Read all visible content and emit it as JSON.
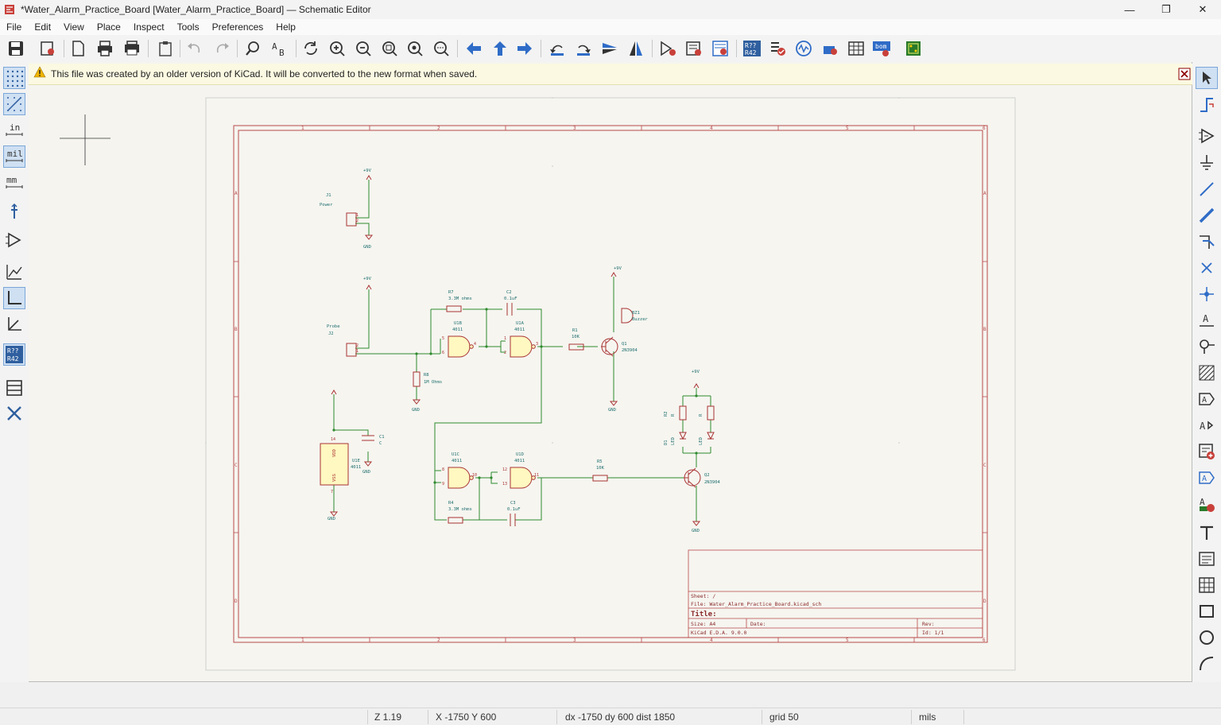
{
  "window": {
    "title": "*Water_Alarm_Practice_Board [Water_Alarm_Practice_Board] — Schematic Editor",
    "minimize": "—",
    "restore": "❐",
    "close": "✕"
  },
  "menu": {
    "items": [
      "File",
      "Edit",
      "View",
      "Place",
      "Inspect",
      "Tools",
      "Preferences",
      "Help"
    ]
  },
  "infobar": {
    "message": "This file was created by an older version of KiCad. It will be converted to the new format when saved."
  },
  "status": {
    "zoom": "Z 1.19",
    "xy": "X -1750  Y 600",
    "delta": "dx -1750  dy 600  dist 1850",
    "grid": "grid 50",
    "units": "mils"
  },
  "left_toolbar": {
    "in_label": "in",
    "mil_label": "mil",
    "mm_label": "mm",
    "ref_label_1": "R??",
    "ref_label_2": "R42"
  },
  "schematic": {
    "border_cols": [
      "1",
      "2",
      "3",
      "4",
      "5",
      "6"
    ],
    "border_rows": [
      "A",
      "B",
      "C",
      "D"
    ],
    "labels": {
      "j1_ref": "J1",
      "j1_val": "Power",
      "pwr_9v": "+9V",
      "gnd": "GND",
      "probe": "Probe",
      "j2": "J2",
      "r7_ref": "R7",
      "r7_val": "3.3M ohms",
      "c2_ref": "C2",
      "c2_val": "0.1uF",
      "u1b_ref": "U1B",
      "u1b_val": "4011",
      "u1a_ref": "U1A",
      "u1a_val": "4011",
      "r1_ref": "R1",
      "r1_val": "10K",
      "bz1_ref": "BZ1",
      "bz1_val": "Buzzer",
      "q1_ref": "Q1",
      "q1_val": "2N3904",
      "r8_ref": "R8",
      "r8_val": "1M Ohms",
      "c1_ref": "C1",
      "c1_val": "C",
      "u1e_ref": "U1E",
      "u1e_val": "4011",
      "vdd": "VDD",
      "vss": "VSS",
      "u1c_ref": "U1C",
      "u1c_val": "4011",
      "u1d_ref": "U1D",
      "u1d_val": "4011",
      "r5_ref": "R5",
      "r5_val": "10K",
      "r4_ref": "R4",
      "r4_val": "3.3M ohms",
      "c3_ref": "C3",
      "c3_val": "0.1uF",
      "q2_ref": "Q2",
      "q2_val": "2N3904",
      "r2_ref": "R2",
      "r3_val": "R",
      "d1_ref": "D1",
      "led": "LED",
      "pin_1": "1",
      "pin_2": "2",
      "pin_3": "3",
      "pin_4": "4",
      "pin_5": "5",
      "pin_6": "6",
      "pin_7": "7",
      "pin_8": "8",
      "pin_9": "9",
      "pin_10": "10",
      "pin_11": "11",
      "pin_12": "12",
      "pin_13": "13",
      "pin_14": "14"
    },
    "title_block": {
      "sheet": "Sheet: /",
      "file": "File: Water_Alarm_Practice_Board.kicad_sch",
      "title": "Title:",
      "size": "Size: A4",
      "date": "Date:",
      "rev": "Rev:",
      "kicad": "KiCad E.D.A. 9.0.0",
      "id": "Id: 1/1"
    }
  },
  "colors": {
    "border": "#b84a4a",
    "wire": "#2e8a2e",
    "symbol": "#a83232",
    "symbol_fill": "#fff8c0",
    "label": "#1f6f6f",
    "page_bg": "#f5f4ef",
    "accent": "#2f6cc7"
  }
}
